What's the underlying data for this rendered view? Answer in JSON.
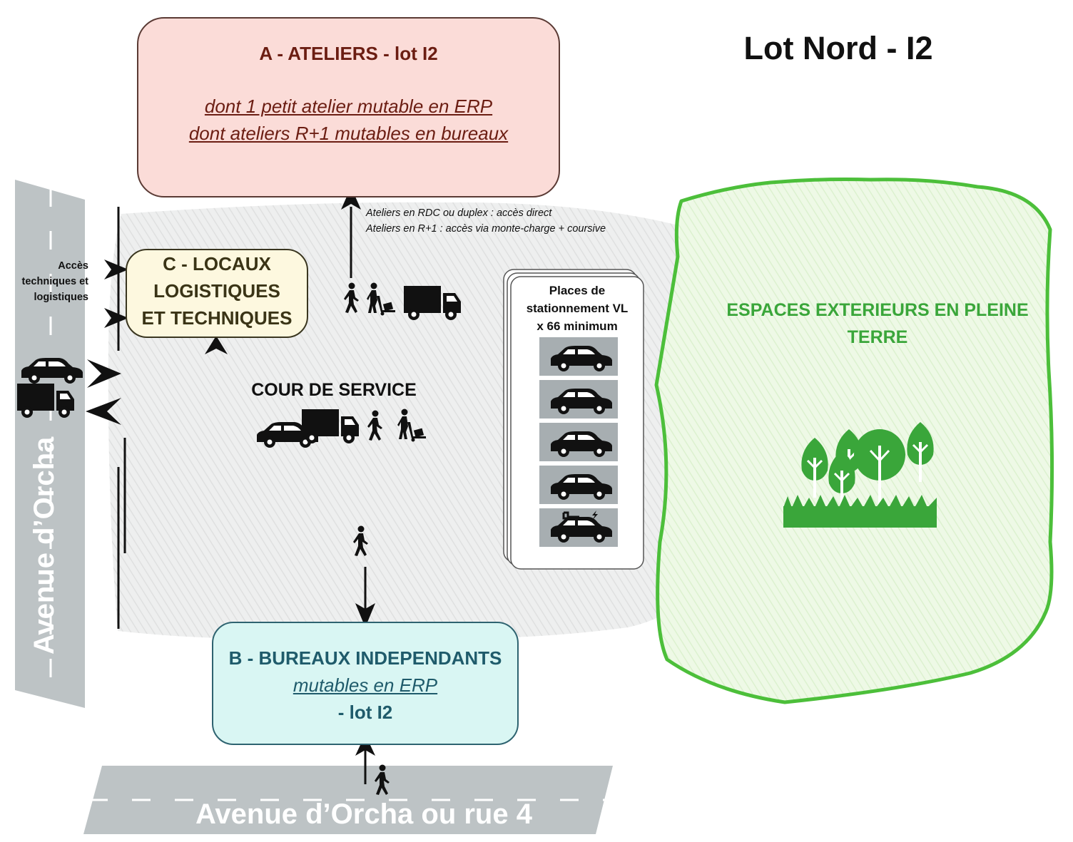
{
  "header": {
    "title": "Lot Nord - I2"
  },
  "block_a": {
    "title": "A - ATELIERS - lot I2",
    "line1": "dont 1 petit atelier mutable en ERP",
    "line2": "dont ateliers R+1 mutables en bureaux"
  },
  "block_b": {
    "title": "B - BUREAUX INDEPENDANTS",
    "line1": "mutables en ERP",
    "line2": "- lot I2"
  },
  "block_c": {
    "line1": "C - LOCAUX",
    "line2": "LOGISTIQUES",
    "line3": "ET TECHNIQUES"
  },
  "access_note": {
    "line1": "Ateliers en RDC ou duplex : accès direct",
    "line2": "Ateliers en R+1 : accès via monte-charge + coursive"
  },
  "side_access": {
    "line1": "Accès",
    "line2": "techniques et",
    "line3": "logistiques"
  },
  "courtyard": {
    "label": "COUR DE SERVICE"
  },
  "parking": {
    "line1": "Places de",
    "line2": "stationnement VL",
    "line3": "x 66 minimum",
    "slots": [
      "car-icon",
      "car-icon",
      "car-icon",
      "car-icon",
      "electric-car-icon"
    ]
  },
  "green_space": {
    "line1": "ESPACES EXTERIEURS EN PLEINE",
    "line2": "TERRE"
  },
  "roads": {
    "left": "Avenue d’Orcha",
    "bottom": "Avenue d’Orcha ou rue 4"
  },
  "colors": {
    "atelier_fill": "#fbdcd8",
    "logistique_fill": "#fdf8df",
    "bureaux_fill": "#d9f6f3",
    "green": "#3aa63a",
    "road": "#bdc3c5"
  }
}
